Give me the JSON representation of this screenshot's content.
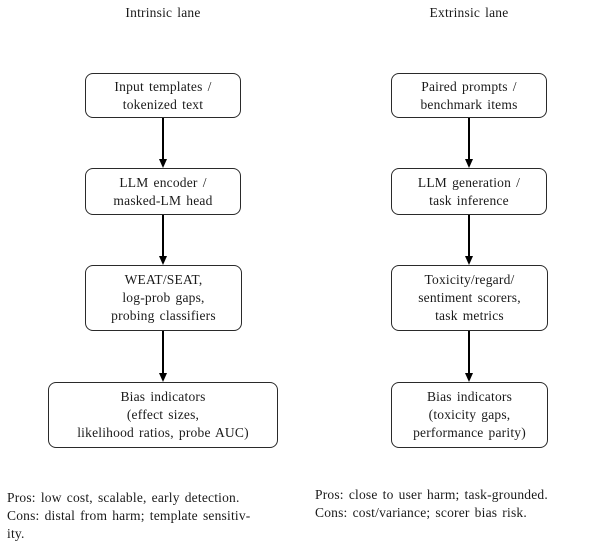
{
  "diagram": {
    "title_implicit": "",
    "colors": {
      "ink": "#1a1a1a",
      "line": "#000000",
      "background": "#ffffff"
    },
    "lanes": [
      {
        "header": "Intrinsic lane",
        "boxes": [
          {
            "text": "Input templates /\ntokenized text"
          },
          {
            "text": "LLM encoder /\nmasked-LM head"
          },
          {
            "text": "WEAT/SEAT,\nlog-prob gaps,\nprobing classifiers"
          },
          {
            "text": "Bias indicators\n(effect sizes,\nlikelihood ratios, probe AUC)"
          }
        ],
        "footer": "Pros: low cost, scalable, early detection.\nCons: distal from harm; template sensitiv-\nity."
      },
      {
        "header": "Extrinsic lane",
        "boxes": [
          {
            "text": "Paired prompts /\nbenchmark items"
          },
          {
            "text": "LLM generation /\ntask inference"
          },
          {
            "text": "Toxicity/regard/\nsentiment scorers,\ntask metrics"
          },
          {
            "text": "Bias indicators\n(toxicity gaps,\nperformance parity)"
          }
        ],
        "footer": "Pros: close to user harm; task-grounded.\nCons: cost/variance; scorer bias risk."
      }
    ]
  }
}
